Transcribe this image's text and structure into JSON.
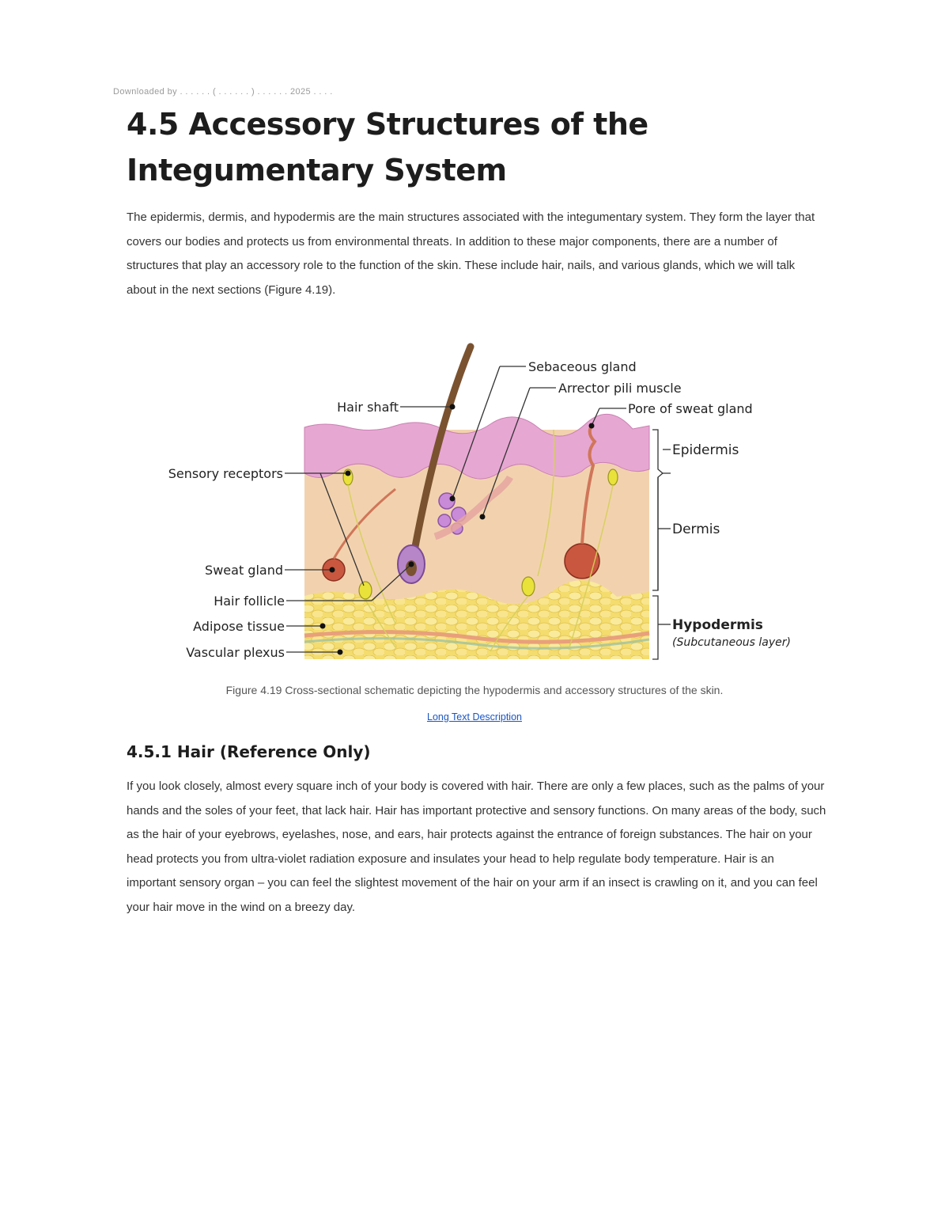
{
  "header_line": "Downloaded by  .  .  .  .  .  .  (  .  .  .  .  .  .  )  .  .  .  .  .  .  2025  .  .  .  .",
  "title": "4.5 Accessory Structures of the Integumentary System",
  "intro": "The epidermis, dermis, and hypodermis are the main structures associated with the integumentary system. They form the layer that covers our bodies and protects us from environmental threats. In addition to these major components, there are a number of structures that play an accessory role to the function of the skin. These include hair, nails, and various glands, which we will talk about in the next sections (Figure 4.19).",
  "figure": {
    "labels": {
      "sebaceous_gland": "Sebaceous gland",
      "arrector_pili": "Arrector pili muscle",
      "hair_shaft": "Hair shaft",
      "pore": "Pore of sweat gland",
      "sensory_receptors": "Sensory receptors",
      "sweat_gland": "Sweat gland",
      "hair_follicle": "Hair follicle",
      "adipose": "Adipose tissue",
      "vascular": "Vascular plexus",
      "epidermis": "Epidermis",
      "dermis": "Dermis",
      "hypodermis": "Hypodermis",
      "subcutaneous": "(Subcutaneous layer)"
    },
    "colors": {
      "epidermis": "#e7a7d3",
      "dermis": "#f2d2ae",
      "hypodermis": "#f6e07a",
      "hair": "#7a5230",
      "gland": "#c9573f",
      "receptor": "#e8e23a"
    },
    "caption": "Figure 4.19 Cross-sectional schematic depicting the hypodermis and accessory structures of the skin.",
    "long_description_link": "Long Text Description"
  },
  "section": {
    "heading": "4.5.1 Hair (Reference Only)",
    "body": "If you look closely, almost every square inch of your body is covered with hair. There are only a few places, such as the palms of your hands and the soles of your feet, that lack hair. Hair has important protective and sensory functions. On many areas of the body, such as the hair of your eyebrows, eyelashes, nose, and ears, hair protects against the entrance of foreign substances. The hair on your head protects you from ultra-violet radiation exposure and insulates your head to help regulate body temperature. Hair is an important sensory organ – you can feel the slightest movement of the hair on your arm if an insect is crawling on it, and you can feel your hair move in the wind on a breezy day."
  }
}
